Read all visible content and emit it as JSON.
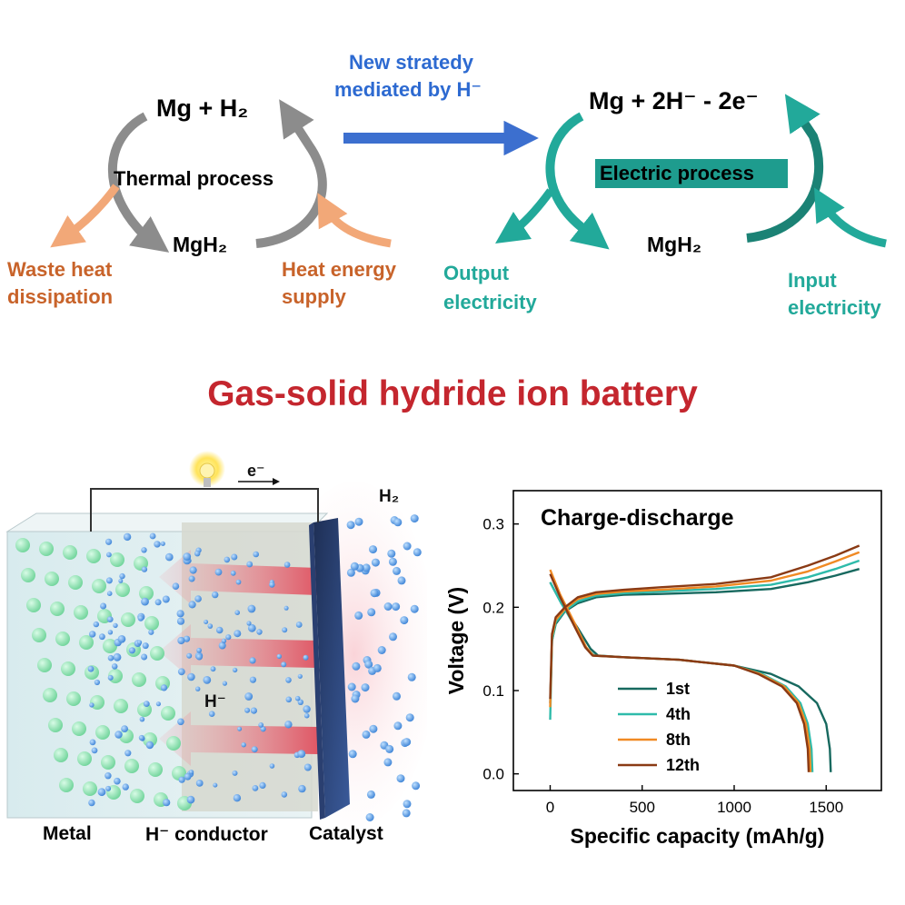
{
  "top": {
    "left_cycle": {
      "top_formula": "Mg + H₂",
      "center": "Thermal process",
      "bottom_formula": "MgH₂",
      "left_label": [
        "Waste heat",
        "dissipation"
      ],
      "right_label": [
        "Heat energy",
        "supply"
      ]
    },
    "middle_arrow": [
      "New stratedy",
      "mediated by H⁻"
    ],
    "right_cycle": {
      "top_formula": "Mg + 2H⁻ - 2e⁻",
      "center": "Electric process",
      "bottom_formula": "MgH₂",
      "left_label": [
        "Output",
        "electricity"
      ],
      "right_label": [
        "Input",
        "electricity"
      ]
    }
  },
  "title": "Gas-solid hydride ion battery",
  "battery": {
    "electron": "e⁻",
    "gas": "H₂",
    "ion": "H⁻",
    "labels": [
      "Metal",
      "H⁻ conductor",
      "Catalyst"
    ]
  },
  "colors": {
    "orange": "#c8632a",
    "teal": "#22a99a",
    "blue": "#2d6ad1",
    "red": "#c4262e",
    "gray": "#8c8c8c"
  },
  "chart_data": {
    "type": "line",
    "title": "Charge-discharge",
    "xlabel": "Specific capacity (mAh/g)",
    "ylabel": "Voltage (V)",
    "xlim": [
      -200,
      1800
    ],
    "ylim": [
      -0.02,
      0.34
    ],
    "xticks": [
      0,
      500,
      1000,
      1500
    ],
    "yticks": [
      0.0,
      0.1,
      0.2,
      0.3
    ],
    "xtick_labels": [
      "0",
      "500",
      "1000",
      "1500"
    ],
    "ytick_labels": [
      "0.0",
      "0.1",
      "0.2",
      "0.3"
    ],
    "legend_position": "bottom-left",
    "series": [
      {
        "name": "1st",
        "color": "#17695f",
        "discharge": {
          "x": [
            0,
            60,
            150,
            220,
            260,
            400,
            700,
            1000,
            1200,
            1350,
            1450,
            1500,
            1520,
            1525
          ],
          "y": [
            0.23,
            0.205,
            0.175,
            0.15,
            0.142,
            0.14,
            0.137,
            0.13,
            0.12,
            0.105,
            0.085,
            0.06,
            0.03,
            0.002
          ]
        },
        "charge": {
          "x": [
            0,
            10,
            30,
            80,
            150,
            250,
            400,
            600,
            900,
            1200,
            1400,
            1550,
            1680
          ],
          "y": [
            0.085,
            0.16,
            0.18,
            0.195,
            0.205,
            0.212,
            0.215,
            0.216,
            0.218,
            0.222,
            0.23,
            0.238,
            0.246
          ]
        }
      },
      {
        "name": "4th",
        "color": "#2ebbaa",
        "discharge": {
          "x": [
            0,
            60,
            140,
            200,
            240,
            400,
            700,
            1000,
            1150,
            1280,
            1360,
            1400,
            1420,
            1425
          ],
          "y": [
            0.23,
            0.205,
            0.175,
            0.15,
            0.142,
            0.14,
            0.137,
            0.13,
            0.12,
            0.105,
            0.085,
            0.06,
            0.03,
            0.002
          ]
        },
        "charge": {
          "x": [
            0,
            10,
            30,
            80,
            150,
            250,
            400,
            600,
            900,
            1200,
            1400,
            1550,
            1680
          ],
          "y": [
            0.065,
            0.16,
            0.182,
            0.196,
            0.207,
            0.214,
            0.217,
            0.219,
            0.222,
            0.227,
            0.236,
            0.246,
            0.256
          ]
        }
      },
      {
        "name": "8th",
        "color": "#f08a24",
        "discharge": {
          "x": [
            0,
            55,
            135,
            195,
            235,
            400,
            700,
            1000,
            1140,
            1270,
            1350,
            1390,
            1410,
            1415
          ],
          "y": [
            0.245,
            0.215,
            0.18,
            0.152,
            0.142,
            0.14,
            0.137,
            0.13,
            0.12,
            0.105,
            0.085,
            0.06,
            0.03,
            0.002
          ]
        },
        "charge": {
          "x": [
            0,
            10,
            30,
            80,
            150,
            250,
            400,
            600,
            900,
            1200,
            1400,
            1550,
            1680
          ],
          "y": [
            0.08,
            0.165,
            0.185,
            0.198,
            0.21,
            0.216,
            0.219,
            0.221,
            0.225,
            0.232,
            0.243,
            0.255,
            0.266
          ]
        }
      },
      {
        "name": "12th",
        "color": "#8a3a14",
        "discharge": {
          "x": [
            0,
            55,
            130,
            190,
            230,
            400,
            700,
            1000,
            1130,
            1260,
            1340,
            1380,
            1400,
            1405
          ],
          "y": [
            0.24,
            0.212,
            0.178,
            0.152,
            0.142,
            0.14,
            0.137,
            0.13,
            0.12,
            0.105,
            0.085,
            0.06,
            0.03,
            0.002
          ]
        },
        "charge": {
          "x": [
            0,
            10,
            30,
            80,
            150,
            250,
            400,
            600,
            900,
            1200,
            1400,
            1550,
            1680
          ],
          "y": [
            0.09,
            0.168,
            0.188,
            0.2,
            0.212,
            0.218,
            0.221,
            0.224,
            0.228,
            0.236,
            0.25,
            0.262,
            0.274
          ]
        }
      }
    ]
  }
}
